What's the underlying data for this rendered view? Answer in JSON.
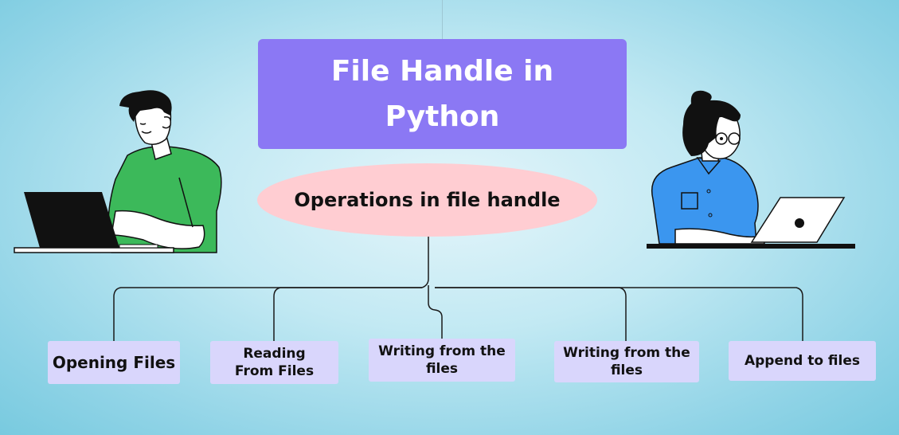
{
  "title": "File Handle in Python",
  "subtitle": "Operations in file handle",
  "operations": [
    "Opening Files",
    "Reading From Files",
    "Writing from the files",
    "Writing from the files",
    "Append to files"
  ],
  "colors": {
    "title_box": "#8b78f4",
    "ellipse": "#ffcdd2",
    "leaf_box": "#d9d6fc",
    "man_shirt": "#3cb95a",
    "woman_shirt": "#3b96ef"
  }
}
